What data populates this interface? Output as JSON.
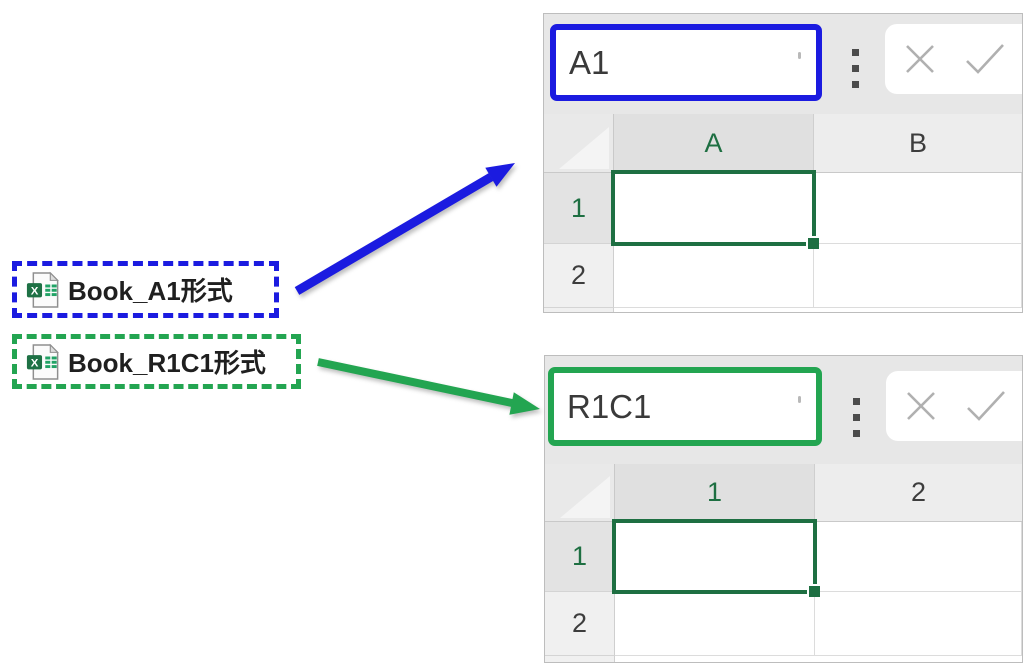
{
  "labels": {
    "a1": {
      "text": "Book_A1形式",
      "border_color": "#1b1be0",
      "icon": "excel-file-icon"
    },
    "r1c1": {
      "text": "Book_R1C1形式",
      "border_color": "#23a551",
      "icon": "excel-file-icon"
    }
  },
  "arrows": {
    "blue": {
      "color": "#1b1be0",
      "from": "Book_A1形式 label",
      "to": "A1-style sheet"
    },
    "green": {
      "color": "#23a551",
      "from": "Book_R1C1形式 label",
      "to": "R1C1-style sheet"
    }
  },
  "sheets": {
    "a1": {
      "name_box_value": "A1",
      "name_box_border_color": "#1b1be0",
      "columns": [
        "A",
        "B"
      ],
      "rows": [
        "1",
        "2"
      ],
      "selected_cell": "A1"
    },
    "r1c1": {
      "name_box_value": "R1C1",
      "name_box_border_color": "#23a551",
      "columns": [
        "1",
        "2"
      ],
      "rows": [
        "1",
        "2"
      ],
      "selected_cell": "R1C1"
    }
  },
  "icons": {
    "kebab": "kebab-menu-icon (vertical three dots)",
    "cancel": "x-cancel-icon",
    "confirm": "check-enter-icon",
    "file": "excel-file-icon"
  },
  "colors": {
    "selection_border": "#1e6f42",
    "header_band": "#e7e7e7",
    "selected_header_bg": "#e0e0e0",
    "header_bg": "#ededed",
    "grid_line": "#dcdcdc",
    "icon_gray": "#b0b0b0"
  }
}
